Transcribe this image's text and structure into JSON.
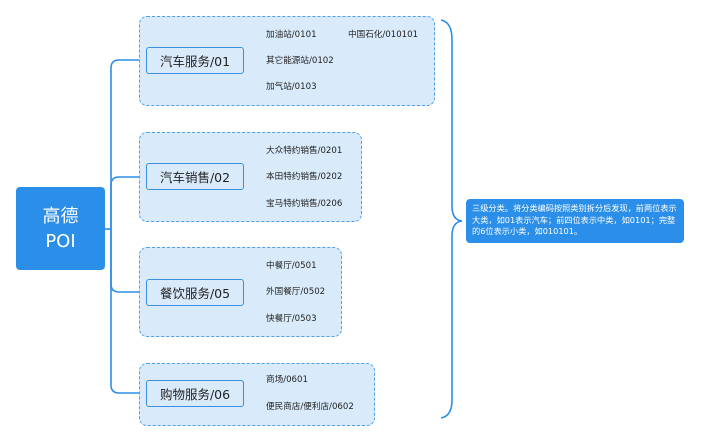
{
  "root": {
    "line1": "高德",
    "line2": "POI"
  },
  "categories": [
    {
      "label": "汽车服务/01",
      "items": [
        "加油站/0101",
        "其它能源站/0102",
        "加气站/0103"
      ],
      "subitem": "中国石化/010101"
    },
    {
      "label": "汽车销售/02",
      "items": [
        "大众特约销售/0201",
        "本田特约销售/0202",
        "宝马特约销售/0206"
      ]
    },
    {
      "label": "餐饮服务/05",
      "items": [
        "中餐厅/0501",
        "外国餐厅/0502",
        "快餐厅/0503"
      ]
    },
    {
      "label": "购物服务/06",
      "items": [
        "商场/0601",
        "便民商店/便利店/0602"
      ]
    }
  ],
  "note": "三级分类。将分类编码按照类别拆分后发现，前两位表示大类，如01表示汽车；前四位表示中类，如0101；完整的6位表示小类，如010101。",
  "colors": {
    "accent": "#2b8ee8",
    "group_fill": "#d9ebfb",
    "line": "#2b8ee8"
  }
}
